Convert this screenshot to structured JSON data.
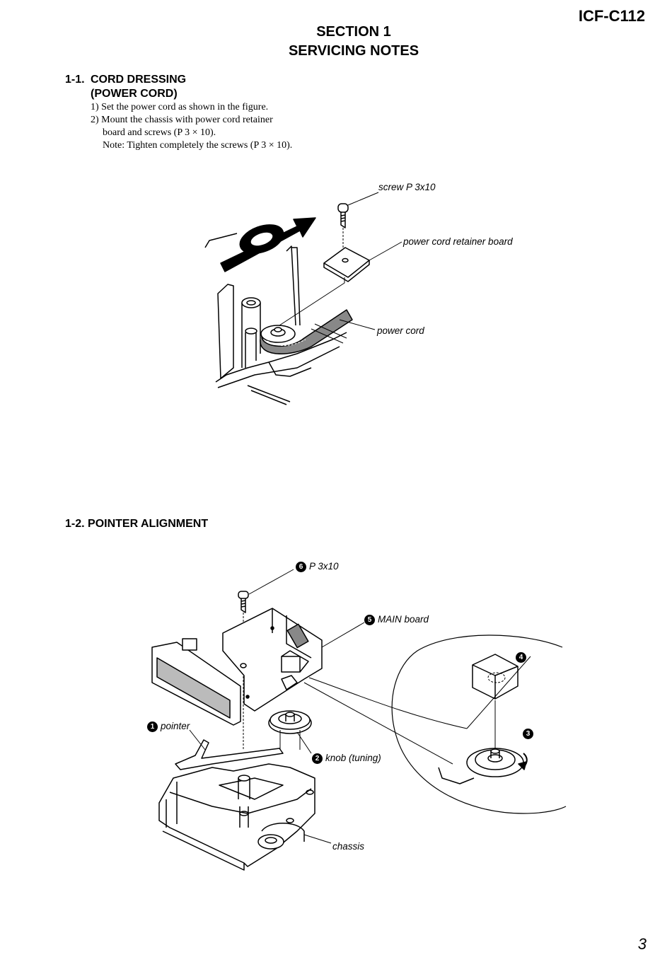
{
  "header": {
    "model": "ICF-C112",
    "section": "SECTION 1",
    "section_title": "SERVICING NOTES"
  },
  "s1": {
    "num": "1-1.",
    "title": "CORD DRESSING",
    "subtitle": "(POWER CORD)",
    "steps": [
      "1) Set the power cord as shown in the figure.",
      "2) Mount the chassis with power cord retainer",
      "board and screws (P 3 × 10).",
      "Note: Tighten completely the screws (P 3 × 10)."
    ],
    "labels": {
      "screw": "screw P 3x10",
      "board": "power cord retainer board",
      "cord": "power cord"
    }
  },
  "s2": {
    "title": "1-2. POINTER ALIGNMENT",
    "labels": {
      "p3x10": {
        "n": "6",
        "t": "P 3x10"
      },
      "main": {
        "n": "5",
        "t": "MAIN board"
      },
      "pointer": {
        "n": "1",
        "t": "pointer"
      },
      "knob": {
        "n": "2",
        "t": "knob (tuning)"
      },
      "chassis": "chassis",
      "n4": "4",
      "n3": "3"
    }
  },
  "page_number": "3"
}
